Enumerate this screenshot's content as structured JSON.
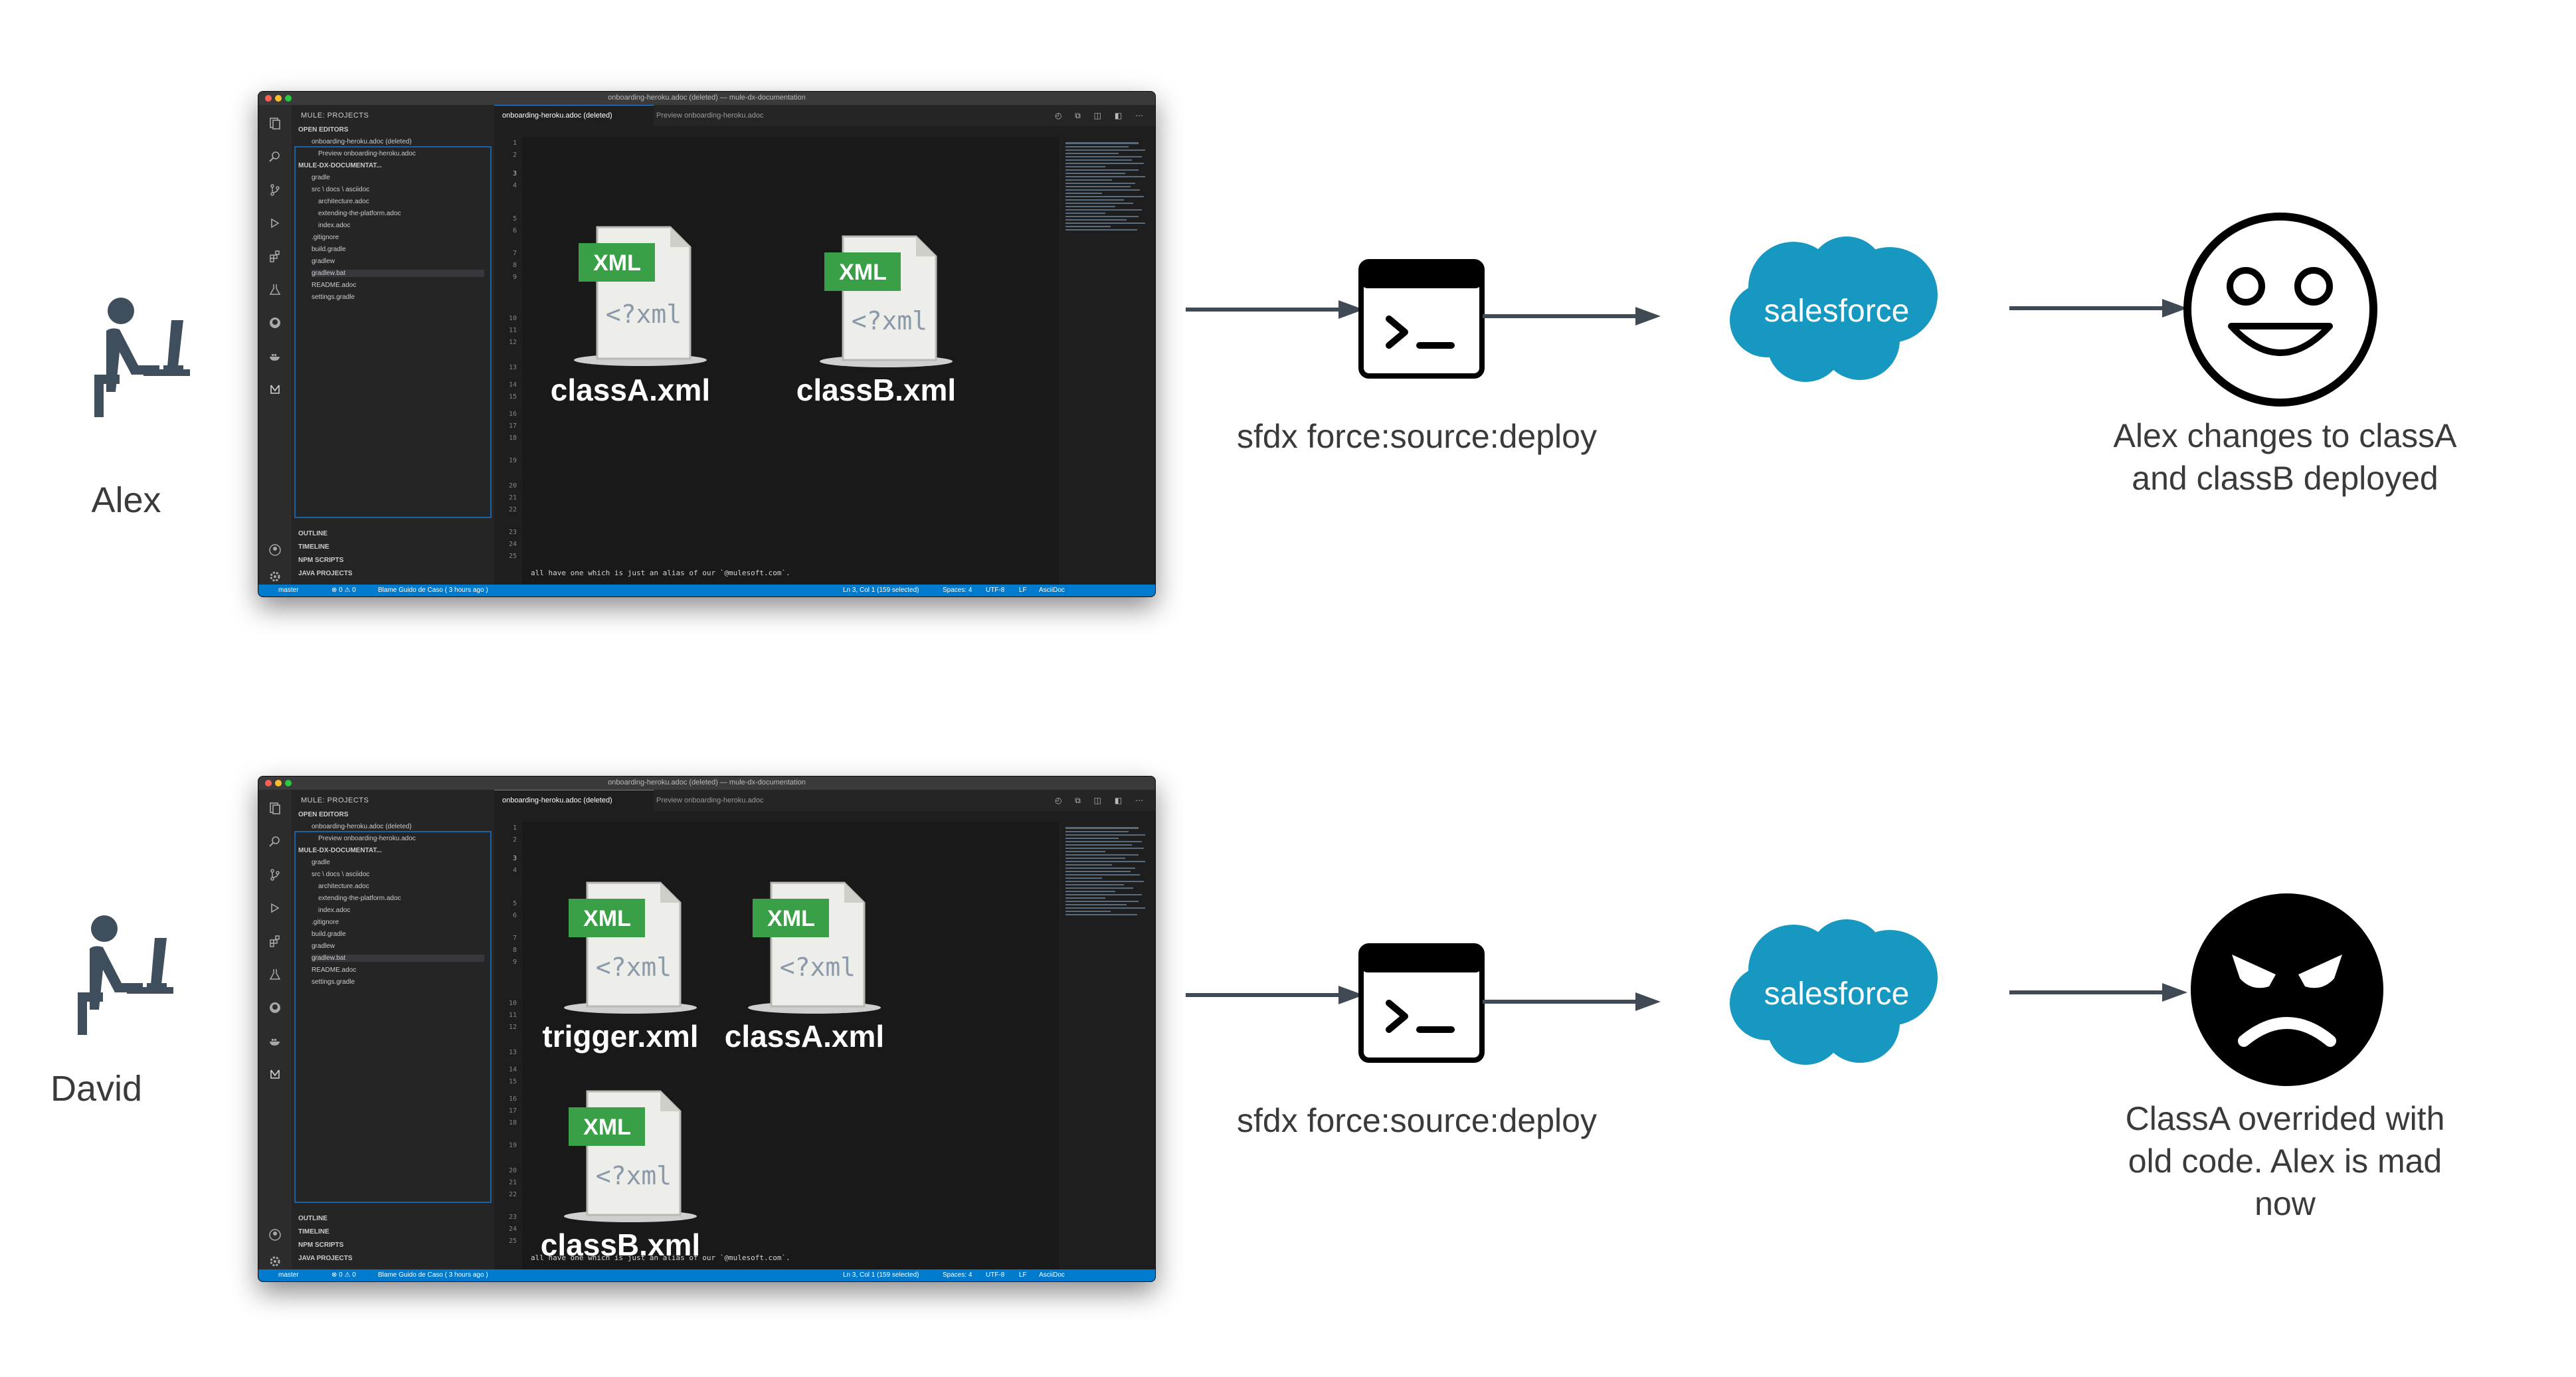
{
  "rows": [
    {
      "person": "Alex",
      "command": "sfdx force:source:deploy",
      "brand": "salesforce",
      "face": "happy",
      "caption_lines": [
        "Alex changes to classA",
        "and classB deployed"
      ],
      "files": [
        "classA.xml",
        "classB.xml"
      ]
    },
    {
      "person": "David",
      "command": "sfdx force:source:deploy",
      "brand": "salesforce",
      "face": "angry",
      "caption_lines": [
        "ClassA overrided with",
        "old code. Alex is mad",
        "now"
      ],
      "files": [
        "trigger.xml",
        "classA.xml",
        "classB.xml"
      ]
    }
  ],
  "file_icon": {
    "badge": "XML",
    "snippet": "<?xml"
  },
  "vscode": {
    "window_title": "onboarding-heroku.adoc (deleted) — mule-dx-documentation",
    "sidebar_header": "MULE: PROJECTS",
    "open_editors_header": "OPEN EDITORS",
    "open_editor_items": [
      "onboarding-heroku.adoc (deleted)",
      "Preview onboarding-heroku.adoc"
    ],
    "workspace_header": "MULE-DX-DOCUMENTAT...",
    "tree_items": [
      "gradle",
      "src \\ docs \\ asciidoc",
      "architecture.adoc",
      "extending-the-platform.adoc",
      "index.adoc",
      ".gitignore",
      "build.gradle",
      "gradlew",
      "gradlew.bat",
      "README.adoc",
      "settings.gradle"
    ],
    "bottom_sections": [
      "OUTLINE",
      "TIMELINE",
      "NPM SCRIPTS",
      "JAVA PROJECTS"
    ],
    "tab_active": "onboarding-heroku.adoc (deleted)",
    "tab_preview": "Preview onboarding-heroku.adoc",
    "code_line": "all have one which is just an alias of our `@mulesoft.com`.",
    "status_left": [
      "master",
      "⊗ 0 ⚠ 0",
      "Blame Guido de Caso ( 3 hours ago )"
    ],
    "status_right": [
      "Ln 3, Col 1 (159 selected)",
      "Spaces: 4",
      "UTF-8",
      "LF",
      "AsciiDoc"
    ]
  },
  "colors": {
    "salesforce": "#1798c1",
    "vscode_status": "#007acc",
    "xml_badge": "#3aa047"
  }
}
